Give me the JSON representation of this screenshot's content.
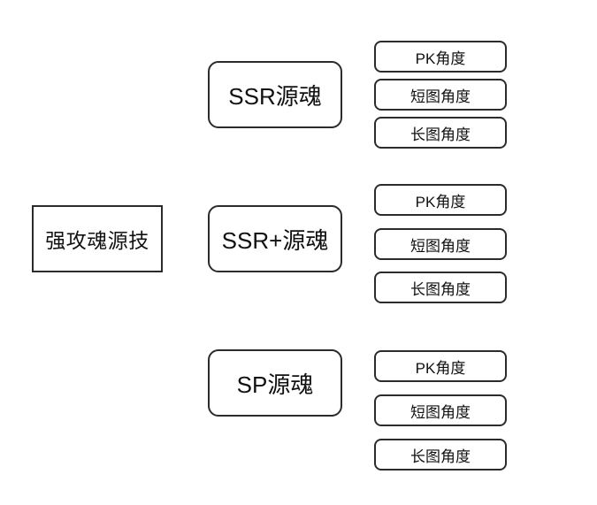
{
  "diagram": {
    "type": "tree",
    "background_color": "#ffffff",
    "node_border_color": "#2b2b2b",
    "node_fill_color": "#ffffff",
    "text_color": "#111111",
    "root": {
      "label": "强攻魂源技",
      "shape": "rectangle"
    },
    "branches": [
      {
        "label": "SSR源魂",
        "shape": "rounded-rectangle",
        "children": [
          {
            "label": "PK角度"
          },
          {
            "label": "短图角度"
          },
          {
            "label": "长图角度"
          }
        ]
      },
      {
        "label": "SSR+源魂",
        "shape": "rounded-rectangle",
        "children": [
          {
            "label": "PK角度"
          },
          {
            "label": "短图角度"
          },
          {
            "label": "长图角度"
          }
        ]
      },
      {
        "label": "SP源魂",
        "shape": "rounded-rectangle",
        "children": [
          {
            "label": "PK角度"
          },
          {
            "label": "短图角度"
          },
          {
            "label": "长图角度"
          }
        ]
      }
    ]
  }
}
